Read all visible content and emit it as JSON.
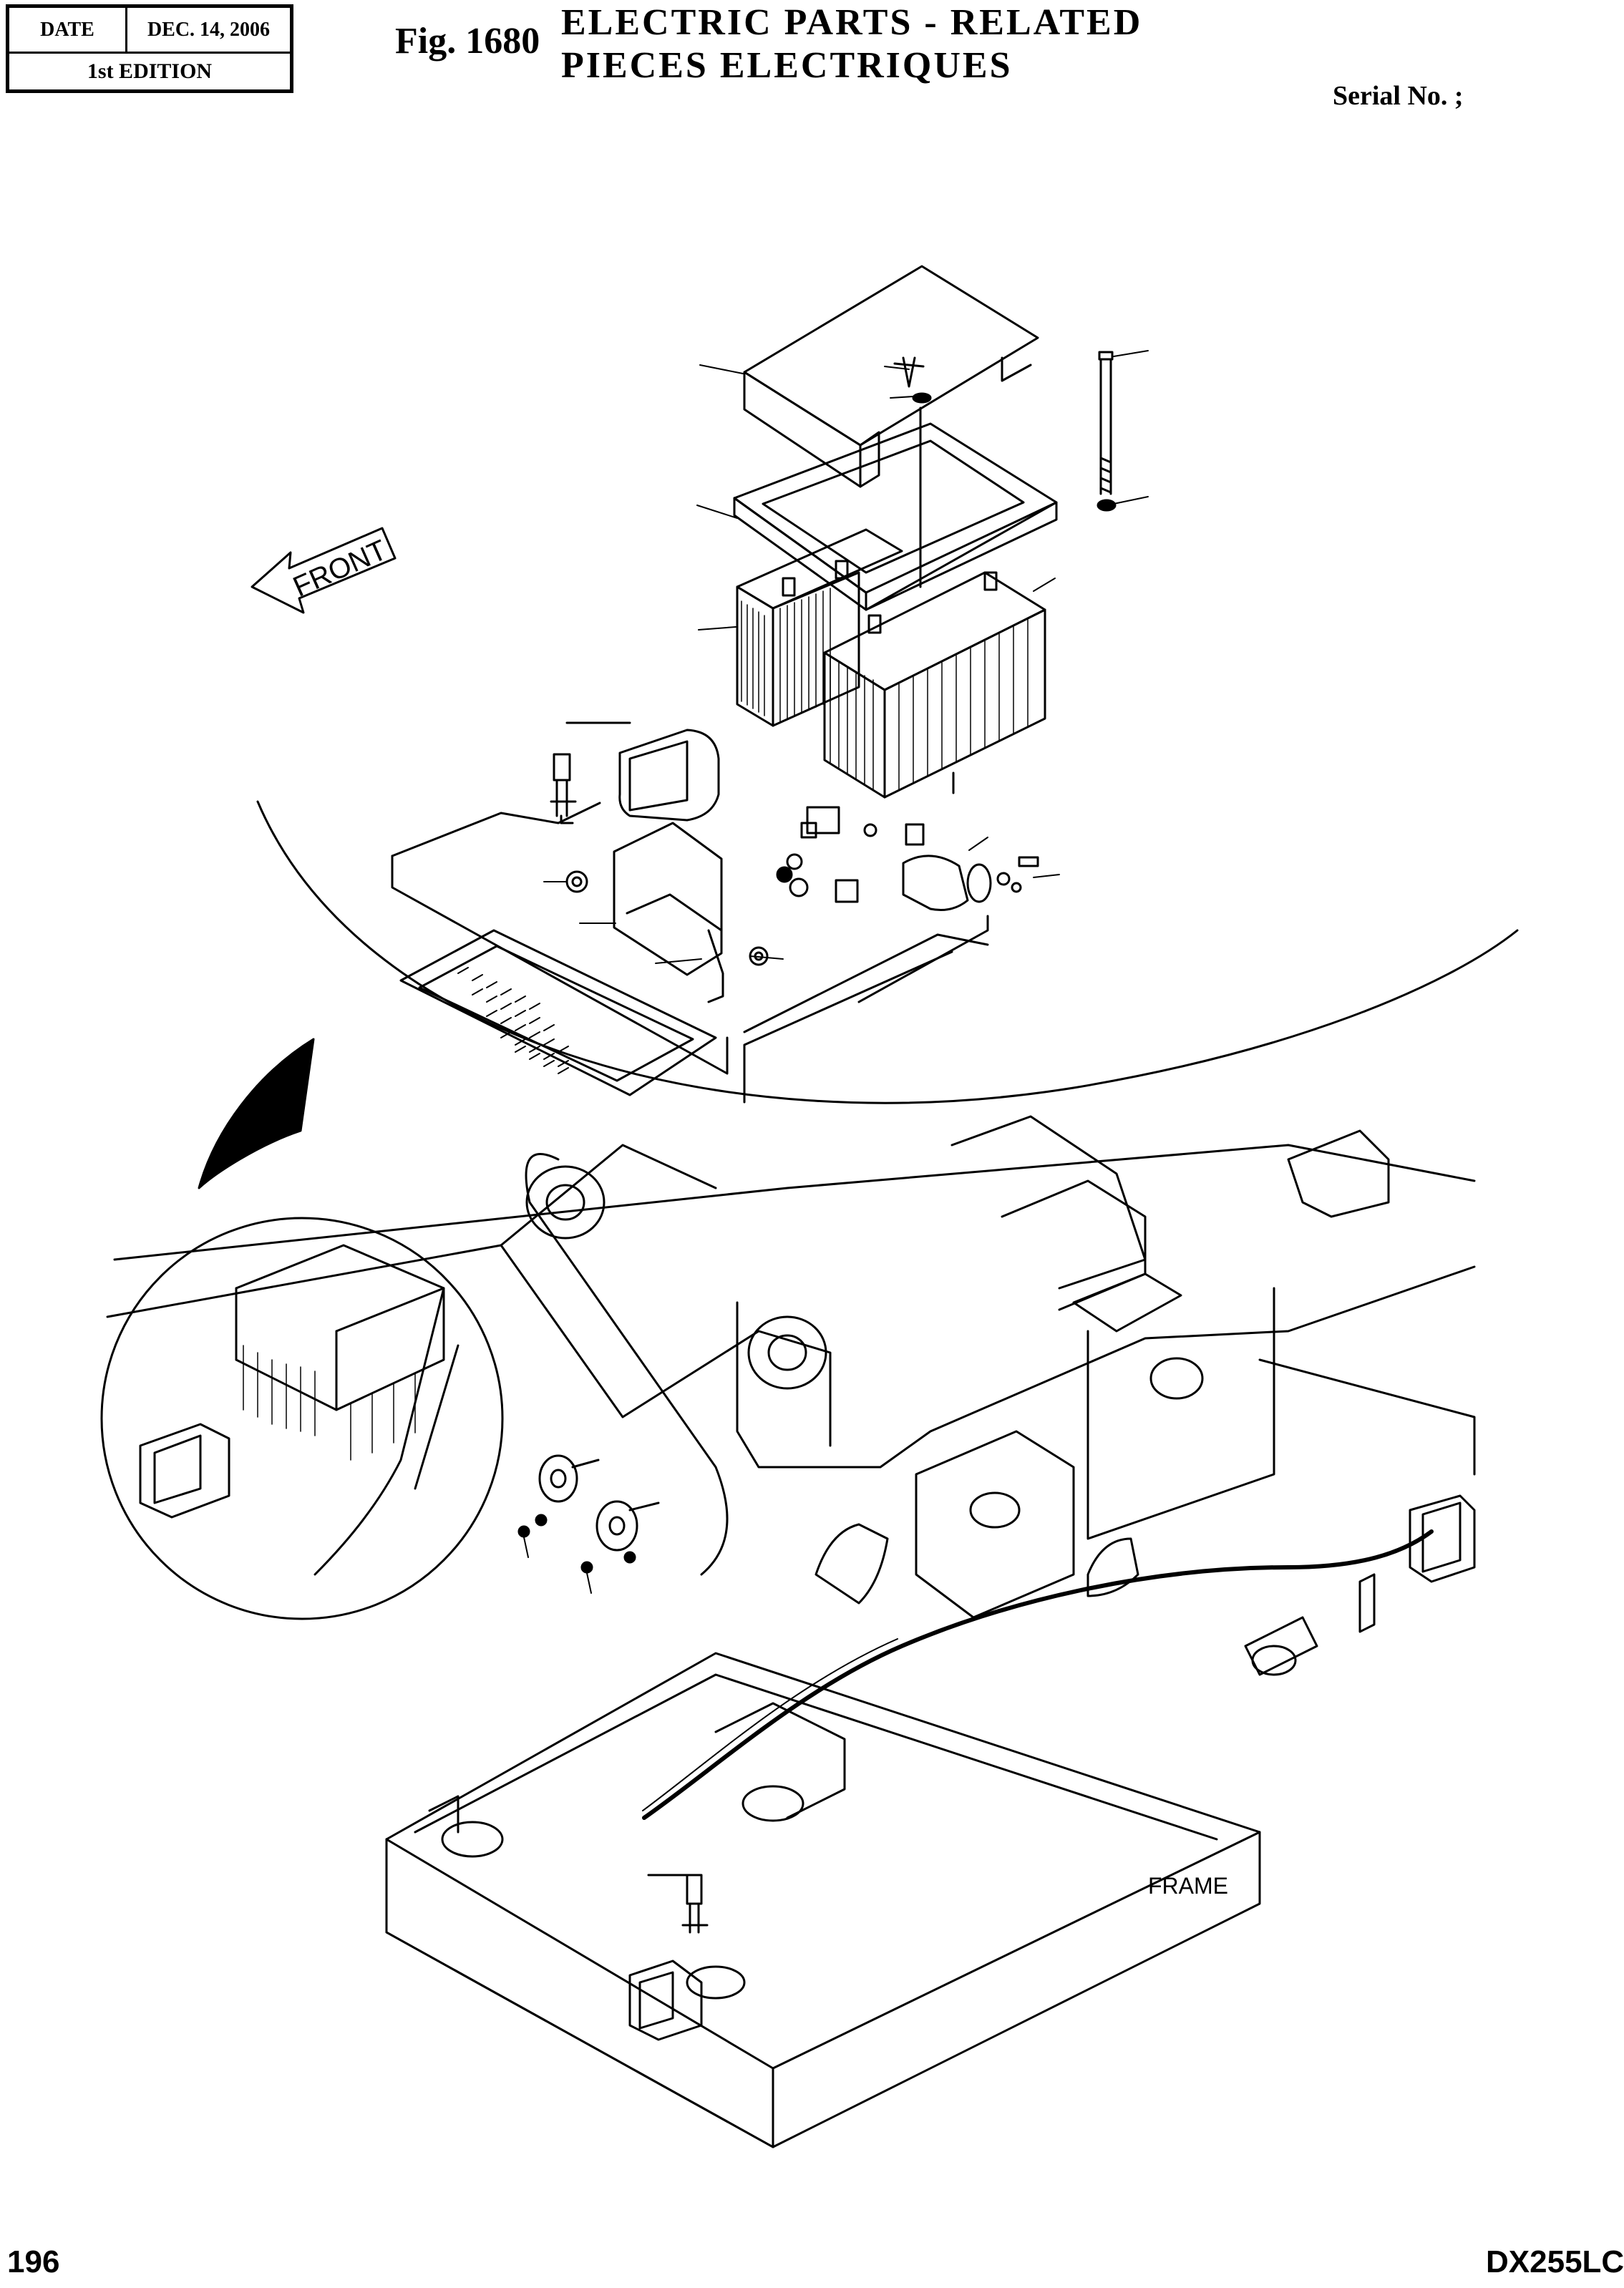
{
  "header": {
    "date_label": "DATE",
    "date_value": "DEC. 14, 2006",
    "edition": "1st EDITION",
    "fig_label": "Fig. 1680",
    "title_line1": "ELECTRIC PARTS - RELATED",
    "title_line2": "PIECES ELECTRIQUES",
    "serial": "Serial No. ;"
  },
  "diagram": {
    "front_label": "FRONT",
    "frame_label": "FRAME"
  },
  "footer": {
    "page_number": "196",
    "model": "DX255LC"
  }
}
